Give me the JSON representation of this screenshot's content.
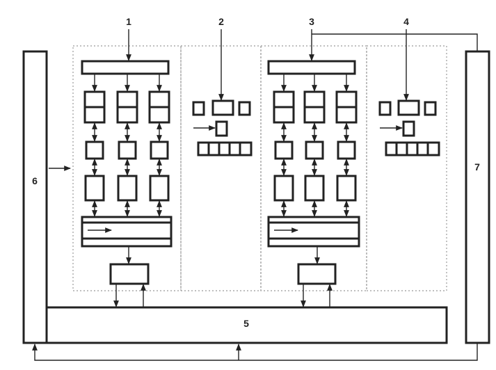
{
  "labels": {
    "l1": "1",
    "l2": "2",
    "l3": "3",
    "l4": "4",
    "l5": "5",
    "l6": "6",
    "l7": "7"
  },
  "colors": {
    "ink": "#222222",
    "dotted": "#999999",
    "paper": "#ffffff"
  }
}
